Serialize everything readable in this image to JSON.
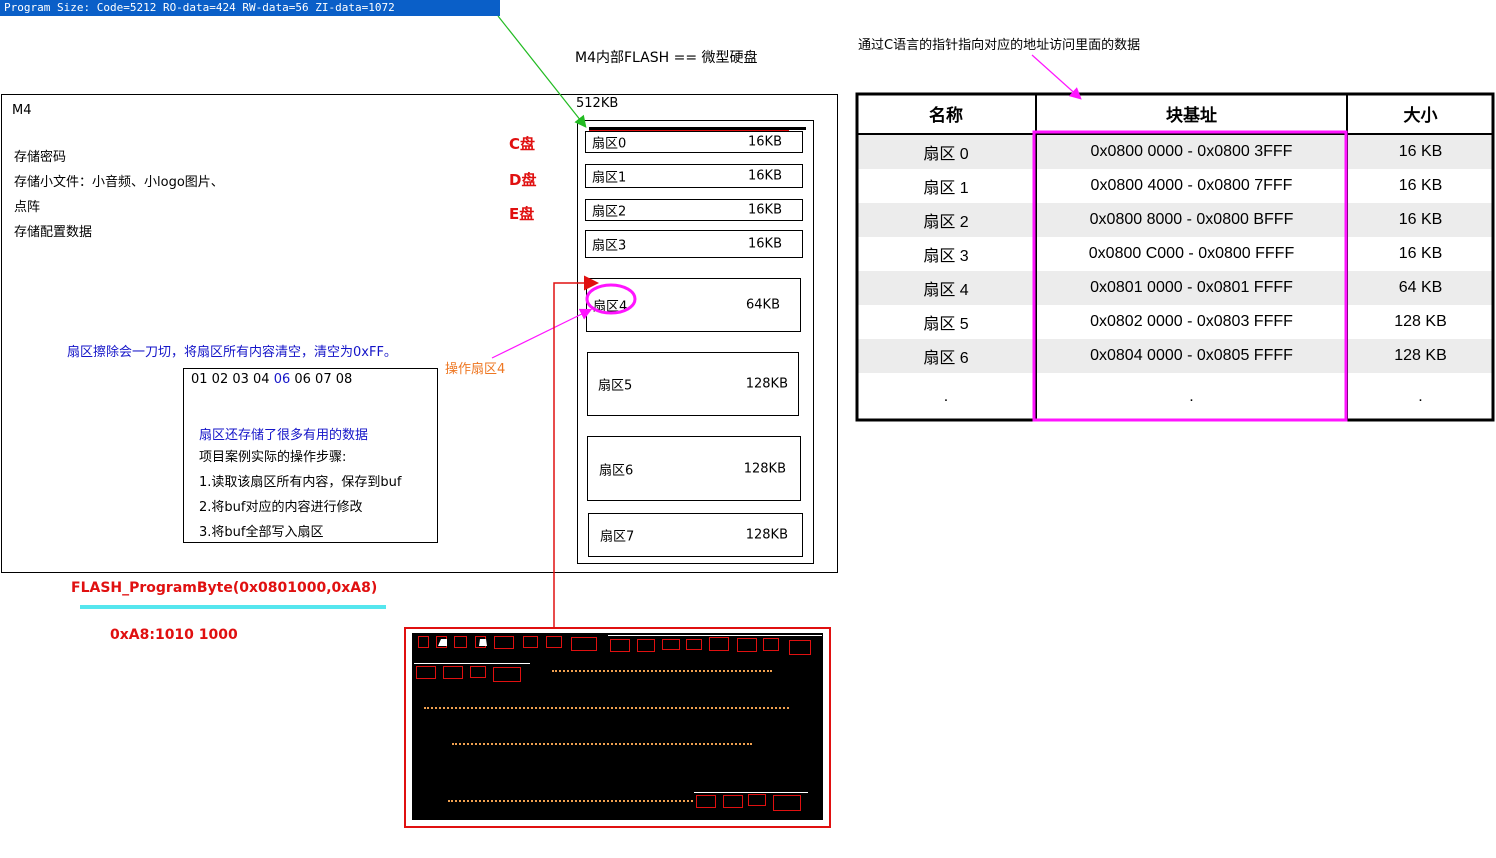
{
  "compiler": {
    "program_size": "Program Size: Code=5212 RO-data=424 RW-data=56 ZI-data=1072"
  },
  "flash_title": "M4内部FLASH == 微型硬盘",
  "c_pointer_note": "通过C语言的指针指向对应的地址访问里面的数据",
  "m4": {
    "label": "M4",
    "uses": [
      "存储密码",
      "存储小文件：小音频、小logo图片、",
      "点阵",
      "存储配置数据"
    ],
    "drives": [
      "C盘",
      "D盘",
      "E盘"
    ]
  },
  "flash": {
    "capacity": "512KB",
    "sectors": [
      {
        "name": "扇区0",
        "size": "16KB"
      },
      {
        "name": "扇区1",
        "size": "16KB"
      },
      {
        "name": "扇区2",
        "size": "16KB"
      },
      {
        "name": "扇区3",
        "size": "16KB"
      },
      {
        "name": "扇区4",
        "size": "64KB"
      },
      {
        "name": "扇区5",
        "size": "128KB"
      },
      {
        "name": "扇区6",
        "size": "128KB"
      },
      {
        "name": "扇区7",
        "size": "128KB"
      }
    ]
  },
  "erase_note": "扇区擦除会一刀切，将扇区所有内容清空，清空为0xFF。",
  "operate_label": "操作扇区4",
  "note_box": {
    "bytes_before": "01 02 03 04 ",
    "bytes_highlight": "06",
    "bytes_after": " 06 07 08",
    "useful_data": "扇区还存储了很多有用的数据",
    "steps_title": "项目案例实际的操作步骤:",
    "steps": [
      "1.读取该扇区所有内容，保存到buf",
      "2.将buf对应的内容进行修改",
      "3.将buf全部写入扇区"
    ]
  },
  "program_call": "FLASH_ProgramByte(0x0801000,0xA8)",
  "binary_value": "0xA8:1010 1000",
  "table": {
    "headers": [
      "名称",
      "块基址",
      "大小"
    ],
    "rows": [
      [
        "扇区 0",
        "0x0800 0000 - 0x0800 3FFF",
        "16 KB"
      ],
      [
        "扇区 1",
        "0x0800 4000 - 0x0800 7FFF",
        "16 KB"
      ],
      [
        "扇区 2",
        "0x0800 8000 - 0x0800 BFFF",
        "16 KB"
      ],
      [
        "扇区 3",
        "0x0800 C000 - 0x0800 FFFF",
        "16 KB"
      ],
      [
        "扇区 4",
        "0x0801 0000 - 0x0801 FFFF",
        "64 KB"
      ],
      [
        "扇区 5",
        "0x0802 0000 - 0x0803 FFFF",
        "128 KB"
      ],
      [
        "扇区 6",
        "0x0804 0000 - 0x0805 FFFF",
        "128 KB"
      ],
      [
        ".",
        ".",
        "."
      ]
    ]
  },
  "colors": {
    "red": "#e01010",
    "blue": "#1414c8",
    "orange": "#ee7722",
    "magenta": "#ff14ff",
    "green": "#22bb22",
    "cyan": "#55e6ee",
    "compiler_bar": "#0a5fc8"
  }
}
